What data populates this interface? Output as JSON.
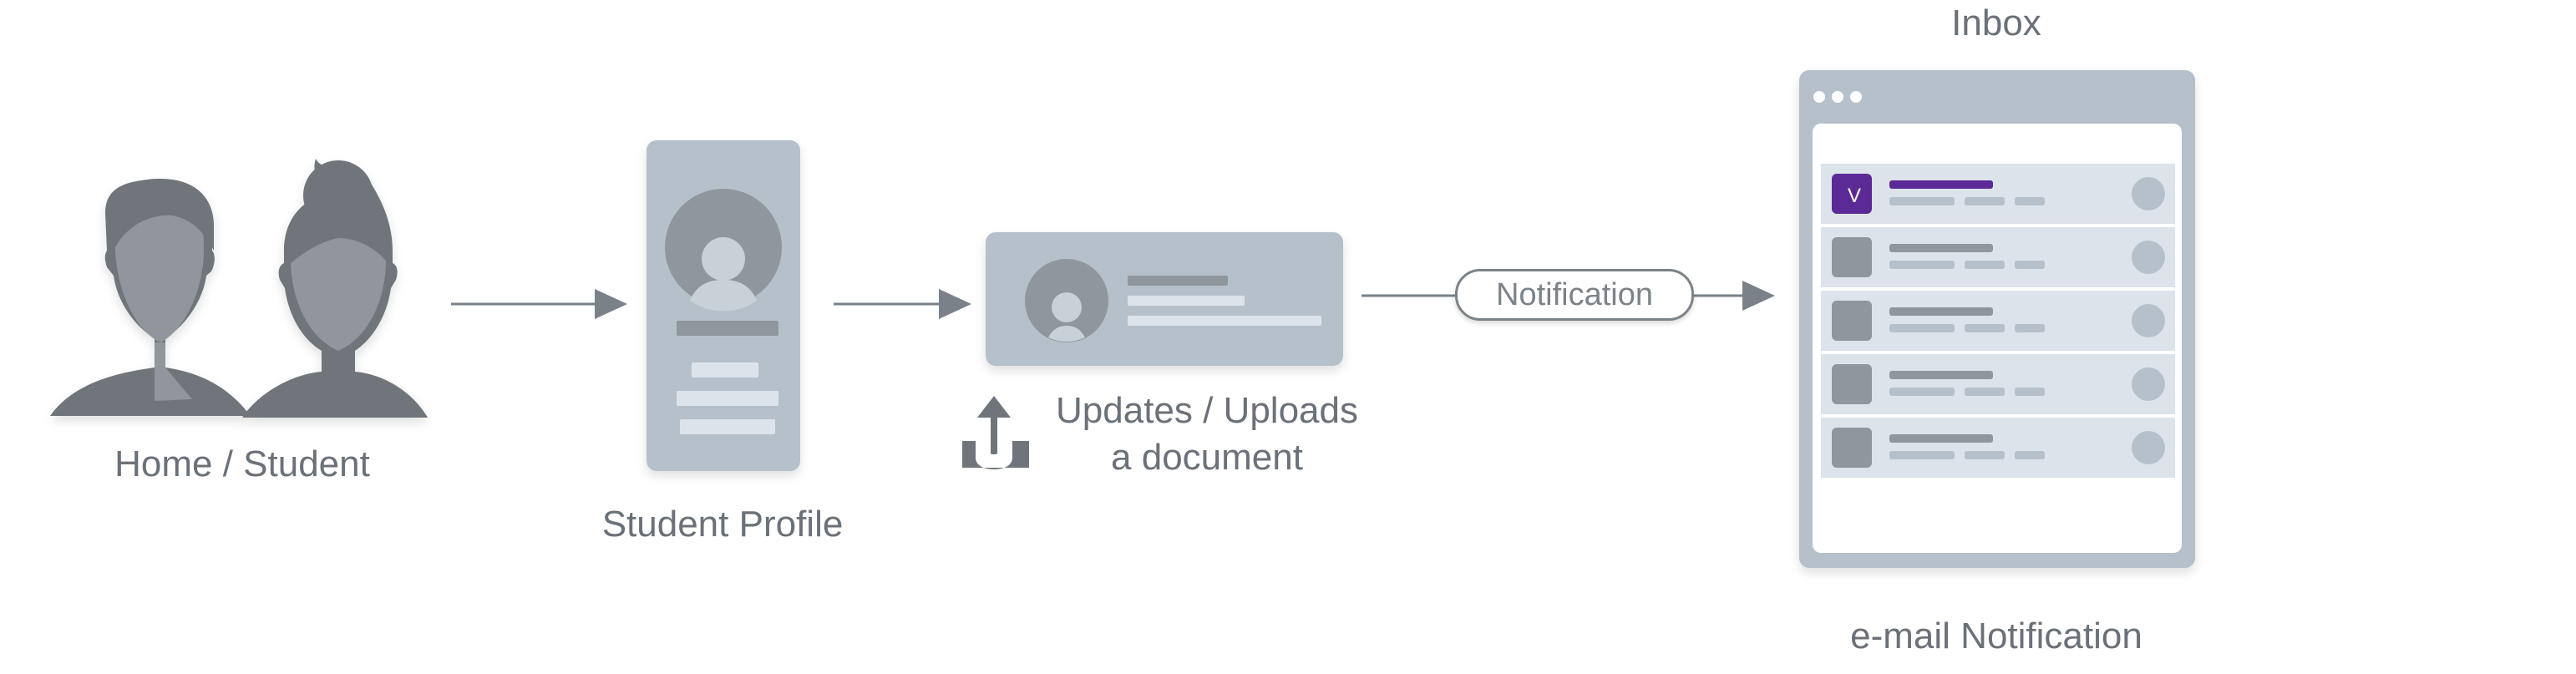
{
  "labels": {
    "home_student": "Home / Student",
    "student_profile": "Student Profile",
    "upload_line1": "Updates / Uploads",
    "upload_line2": "a document",
    "notification": "Notification",
    "inbox": "Inbox",
    "email_notification": "e-mail Notification"
  },
  "inbox": {
    "first_row_avatar_letter": "V",
    "rows": 5,
    "accent_color": "#5b2a96"
  },
  "icons": [
    "student-silhouette-icon",
    "profile-card-icon",
    "document-card-icon",
    "upload-icon",
    "email-window-icon"
  ],
  "colors": {
    "silhouette": "#6f757b",
    "card": "#b6c0cb",
    "card_light": "#dde3ea",
    "arrow": "#7a8188",
    "text": "#6b7178"
  }
}
